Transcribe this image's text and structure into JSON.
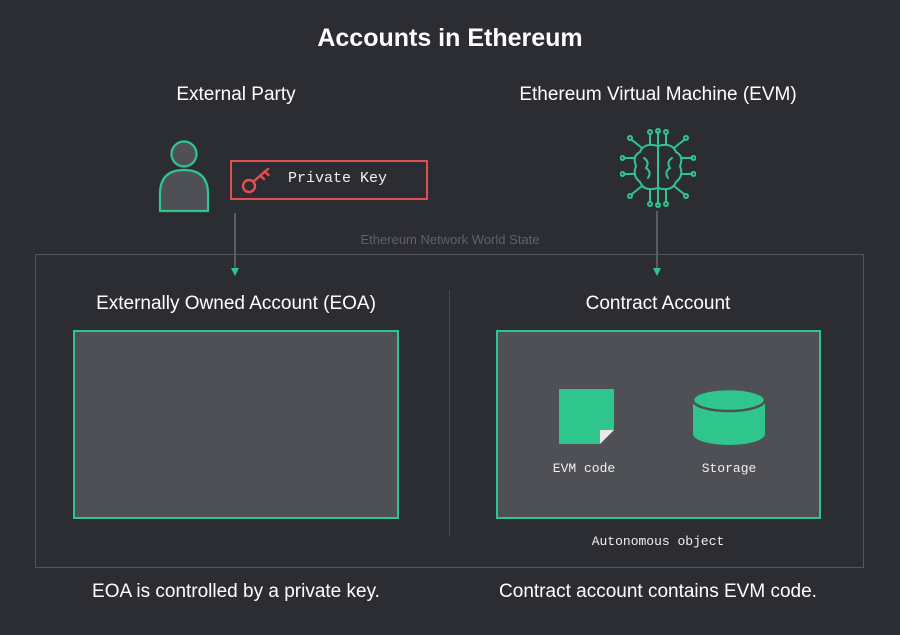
{
  "title": "Accounts in Ethereum",
  "external_party": {
    "label": "External Party",
    "private_key_label": "Private Key"
  },
  "evm": {
    "label": "Ethereum Virtual Machine (EVM)"
  },
  "world_state_label": "Ethereum Network World State",
  "eoa": {
    "title": "Externally Owned Account (EOA)",
    "caption": "EOA is controlled by a private key."
  },
  "contract": {
    "title": "Contract Account",
    "evm_code_label": "EVM code",
    "storage_label": "Storage",
    "autonomous_label": "Autonomous object",
    "caption": "Contract account contains EVM code."
  },
  "colors": {
    "background": "#2c2d33",
    "accent_green": "#2fc68d",
    "key_red": "#e2504f",
    "box_fill": "#4e5056",
    "person_fill": "#4e5056"
  },
  "icons": [
    "person-icon",
    "key-icon",
    "brain-circuit-icon",
    "document-icon",
    "database-icon"
  ]
}
